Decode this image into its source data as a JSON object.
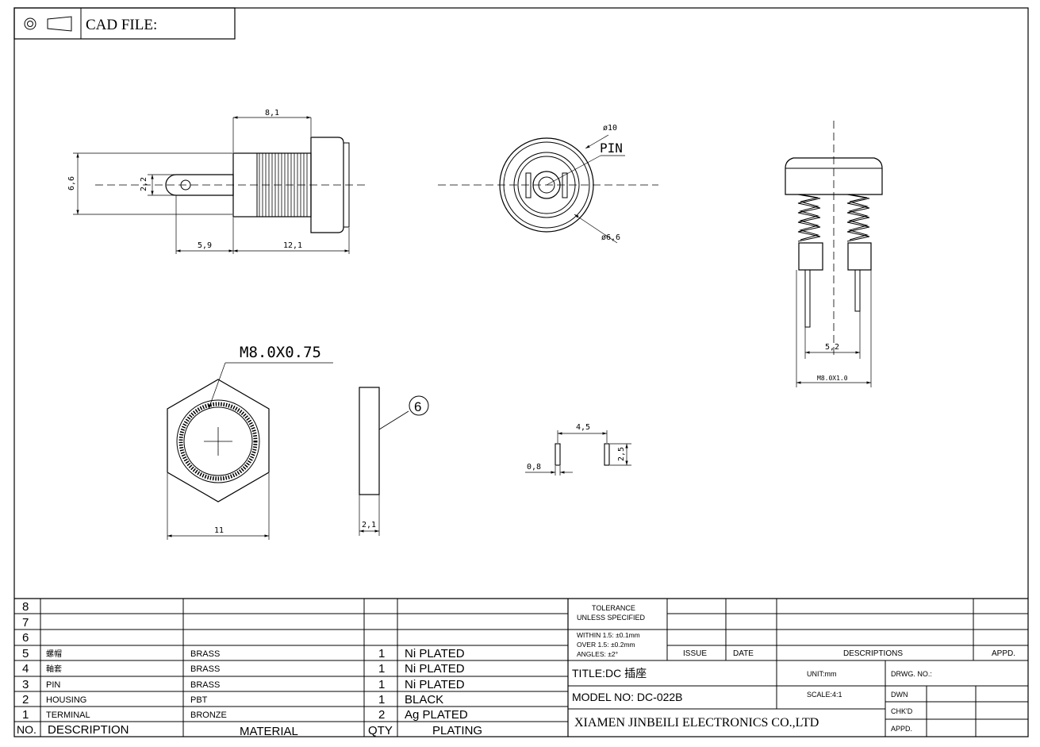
{
  "header": {
    "cad_label": "CAD FILE:"
  },
  "dimensions": {
    "d_8_1": "8,1",
    "d_6_6_side": "6,6",
    "d_2_2": "2,2",
    "d_5_9": "5,9",
    "d_12_1": "12,1",
    "phi10": "ø10",
    "pin": "PIN",
    "phi6_6": "ø6,6",
    "d_5_2": "5,2",
    "m8x1": "M8.0X1.0",
    "m8x075": "M8.0X0.75",
    "d_11": "11",
    "balloon": "6",
    "d_2_1": "2,1",
    "d_4_5": "4,5",
    "d_0_8": "0,8",
    "d_2_5": "2,5"
  },
  "bom": {
    "rows": [
      {
        "no": "8",
        "desc": "",
        "material": "",
        "qty": "",
        "plating": ""
      },
      {
        "no": "7",
        "desc": "",
        "material": "",
        "qty": "",
        "plating": ""
      },
      {
        "no": "6",
        "desc": "",
        "material": "",
        "qty": "",
        "plating": ""
      },
      {
        "no": "5",
        "desc": "螺帽",
        "material": "BRASS",
        "qty": "1",
        "plating": "Ni PLATED"
      },
      {
        "no": "4",
        "desc": "軸套",
        "material": "BRASS",
        "qty": "1",
        "plating": "Ni PLATED"
      },
      {
        "no": "3",
        "desc": "PIN",
        "material": "BRASS",
        "qty": "1",
        "plating": "Ni PLATED"
      },
      {
        "no": "2",
        "desc": "HOUSING",
        "material": "PBT",
        "qty": "1",
        "plating": "BLACK"
      },
      {
        "no": "1",
        "desc": "TERMINAL",
        "material": "BRONZE",
        "qty": "2",
        "plating": "Ag PLATED"
      }
    ],
    "headers": {
      "no": "NO.",
      "desc": "DESCRIPTION",
      "material": "MATERIAL",
      "qty": "QTY",
      "plating": "PLATING"
    }
  },
  "title_block": {
    "tol1": "TOLERANCE",
    "tol2": "UNLESS SPECIFIED",
    "within": "WITHIN 1.5: ±0.1mm",
    "over": "OVER 1.5: ±0.2mm",
    "angles": "ANGLES: ±2°",
    "issue": "ISSUE",
    "date": "DATE",
    "descriptions": "DESCRIPTIONS",
    "appd": "APPD.",
    "title": "TITLE:DC 插座",
    "unit": "UNIT:mm",
    "drwg_no": "DRWG. NO.:",
    "model": "MODEL NO: DC-022B",
    "scale": "SCALE:4:1",
    "dwn": "DWN",
    "chkd": "CHK'D",
    "company": "XIAMEN JINBEILI ELECTRONICS CO.,LTD",
    "appd2": "APPD."
  }
}
